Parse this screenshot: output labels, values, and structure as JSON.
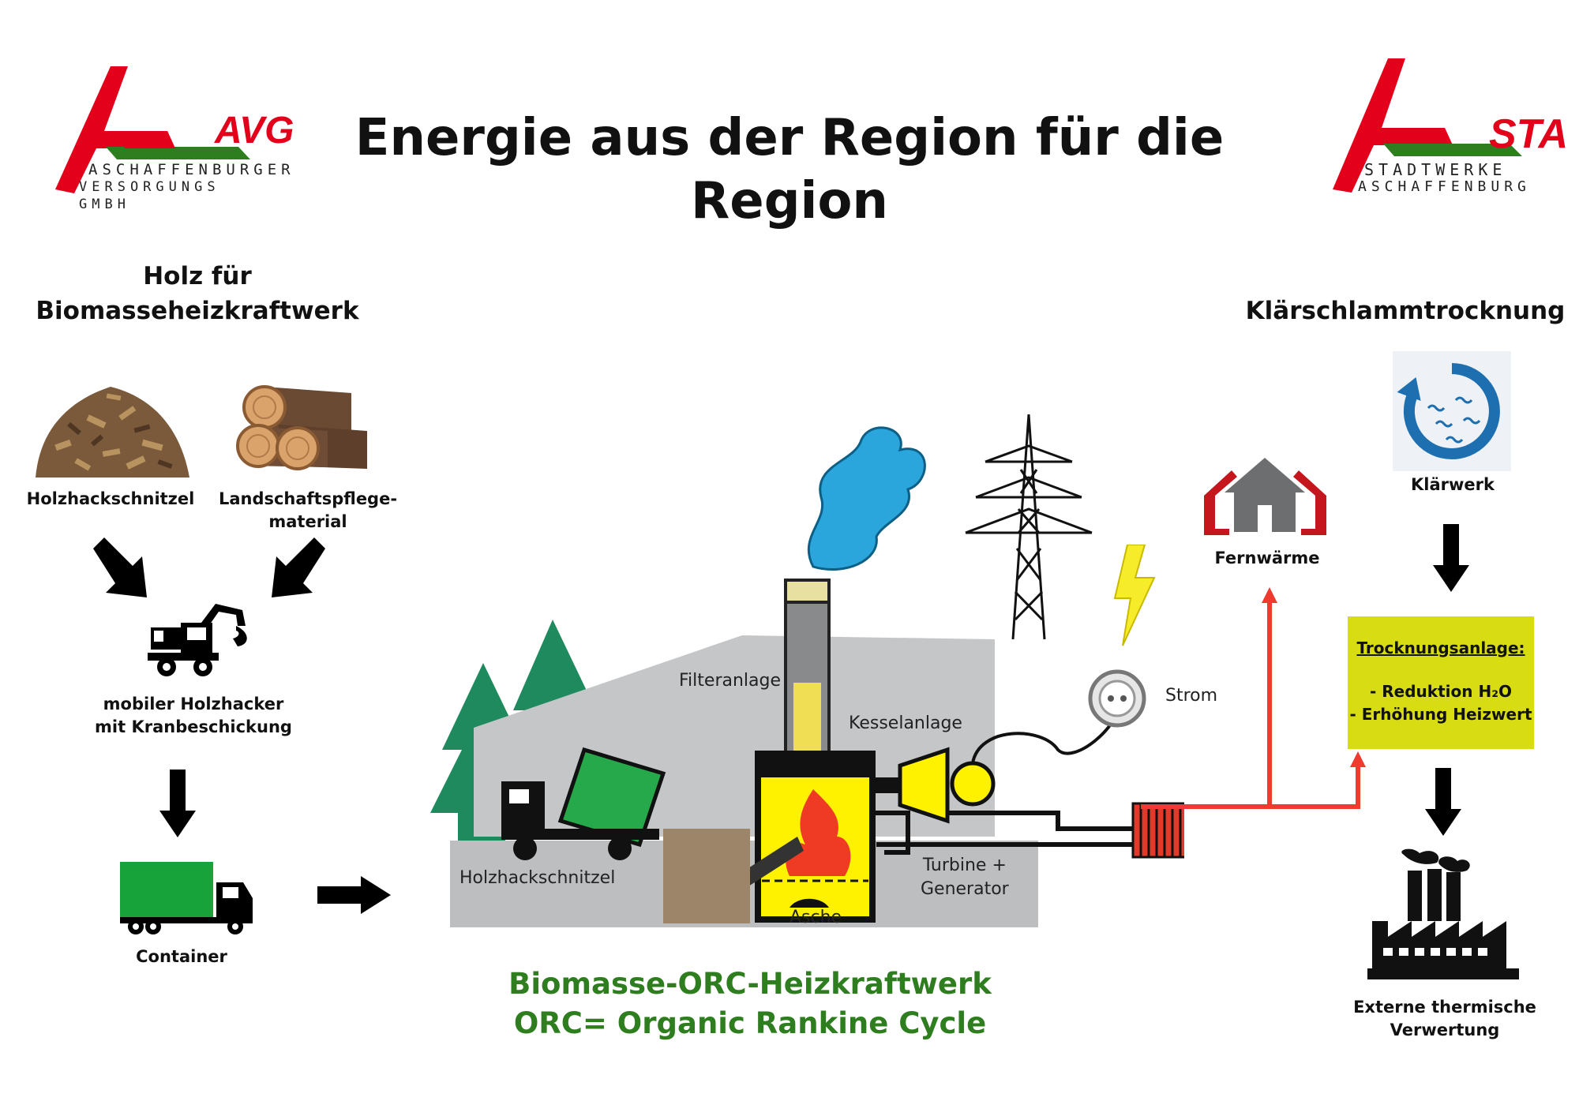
{
  "title": "Energie aus der Region für die Region",
  "logos": {
    "left": {
      "mark": "AVG",
      "line1": "ASCHAFFENBURGER",
      "line2": "VERSORGUNGS GMBH"
    },
    "right": {
      "mark": "STA",
      "line1": "STADTWERKE",
      "line2": "ASCHAFFENBURG"
    }
  },
  "left_section": {
    "heading_line1": "Holz für",
    "heading_line2": "Biomasseheizkraftwerk",
    "wood_chips_label": "Holzhackschnitzel",
    "landscape_label_line1": "Landschaftspflege-",
    "landscape_label_line2": "material",
    "chipper_label_line1": "mobiler Holzhacker",
    "chipper_label_line2": "mit Kranbeschickung",
    "container_label": "Container"
  },
  "plant": {
    "filter_label": "Filteranlage",
    "boiler_label": "Kesselanlage",
    "chips_label": "Holzhackschnitzel",
    "turbine_label_line1": "Turbine +",
    "turbine_label_line2": "Generator",
    "ash_label": "Asche",
    "power_label": "Strom",
    "caption_line1": "Biomasse-ORC-Heizkraftwerk",
    "caption_line2": "ORC= Organic Rankine Cycle"
  },
  "right_section": {
    "heating_label": "Fernwärme",
    "heading": "Klärschlammtrocknung",
    "sewage_label": "Klärwerk",
    "dryer_title": "Trocknungsanlage:",
    "dryer_line1": "- Reduktion H₂O",
    "dryer_line2": "- Erhöhung Heizwert",
    "external_line1": "Externe thermische",
    "external_line2": "Verwertung"
  },
  "colors": {
    "brand_red": "#e3001b",
    "brand_green": "#2e7d1e",
    "caption_green": "#2e7d1e",
    "dryer_yellow": "#d7dc13",
    "pipe_red": "#ee3b2e",
    "building_gray": "#c4c6c8",
    "boiler_yellow": "#fff200",
    "smoke_blue": "#2aa6dc"
  }
}
